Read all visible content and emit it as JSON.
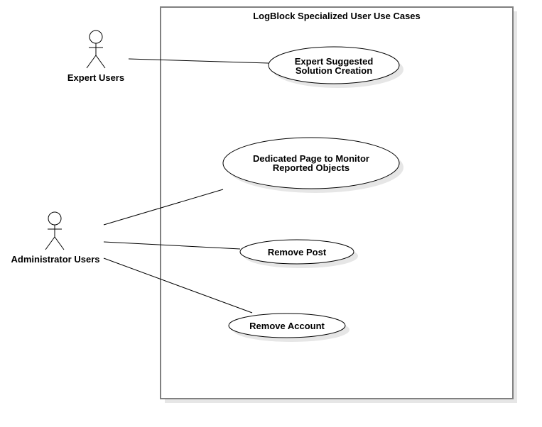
{
  "diagram": {
    "system_title": "LogBlock Specialized User Use Cases",
    "actors": {
      "expert": {
        "label": "Expert Users"
      },
      "admin": {
        "label": "Administrator Users"
      }
    },
    "use_cases": {
      "expert_solution": {
        "line1": "Expert Suggested",
        "line2": "Solution Creation"
      },
      "monitor_page": {
        "line1": "Dedicated Page to Monitor",
        "line2": "Reported Objects"
      },
      "remove_post": {
        "label": "Remove Post"
      },
      "remove_account": {
        "label": "Remove Account"
      }
    },
    "colors": {
      "stroke": "#000000",
      "boundary": "#808080",
      "shadow": "#e6e6e6",
      "background": "#ffffff"
    }
  }
}
